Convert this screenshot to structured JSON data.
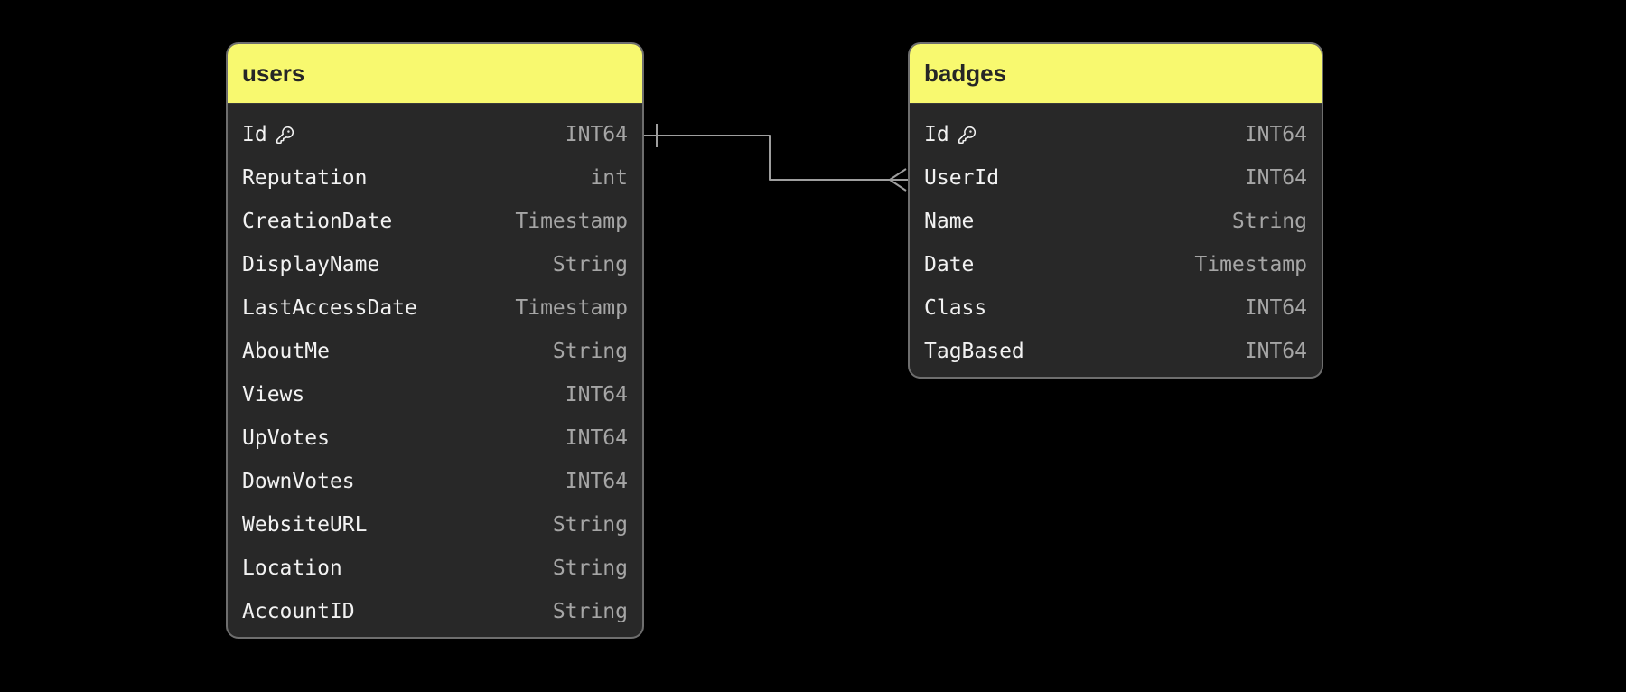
{
  "colors": {
    "canvas_bg": "#000000",
    "table_bg": "#282828",
    "table_border": "#6e6e6e",
    "header_bg": "#f8f96f",
    "header_text": "#262626",
    "field_text": "#f2f2f2",
    "type_text": "#a6a6a6",
    "line": "#9e9e9e"
  },
  "tables": [
    {
      "name": "users",
      "fields": [
        {
          "name": "Id",
          "type": "INT64",
          "primary_key": true,
          "icon": "key-icon"
        },
        {
          "name": "Reputation",
          "type": "int",
          "primary_key": false
        },
        {
          "name": "CreationDate",
          "type": "Timestamp",
          "primary_key": false
        },
        {
          "name": "DisplayName",
          "type": "String",
          "primary_key": false
        },
        {
          "name": "LastAccessDate",
          "type": "Timestamp",
          "primary_key": false
        },
        {
          "name": "AboutMe",
          "type": "String",
          "primary_key": false
        },
        {
          "name": "Views",
          "type": "INT64",
          "primary_key": false
        },
        {
          "name": "UpVotes",
          "type": "INT64",
          "primary_key": false
        },
        {
          "name": "DownVotes",
          "type": "INT64",
          "primary_key": false
        },
        {
          "name": "WebsiteURL",
          "type": "String",
          "primary_key": false
        },
        {
          "name": "Location",
          "type": "String",
          "primary_key": false
        },
        {
          "name": "AccountID",
          "type": "String",
          "primary_key": false
        }
      ]
    },
    {
      "name": "badges",
      "fields": [
        {
          "name": "Id",
          "type": "INT64",
          "primary_key": true,
          "icon": "key-icon"
        },
        {
          "name": "UserId",
          "type": "INT64",
          "primary_key": false
        },
        {
          "name": "Name",
          "type": "String",
          "primary_key": false
        },
        {
          "name": "Date",
          "type": "Timestamp",
          "primary_key": false
        },
        {
          "name": "Class",
          "type": "INT64",
          "primary_key": false
        },
        {
          "name": "TagBased",
          "type": "INT64",
          "primary_key": false
        }
      ]
    }
  ],
  "relationship": {
    "from_table": "users",
    "from_field": "Id",
    "to_table": "badges",
    "to_field": "UserId",
    "from_cardinality": "one",
    "to_cardinality": "many"
  }
}
